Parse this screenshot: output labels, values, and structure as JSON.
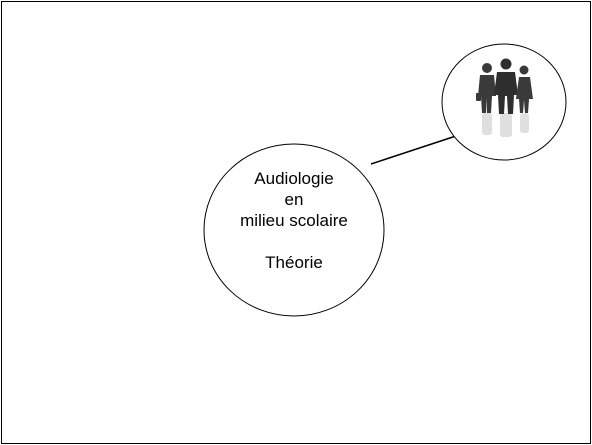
{
  "slide": {
    "title_lines": [
      "Audiologie",
      "en",
      "milieu scolaire"
    ],
    "subtitle": "Théorie"
  },
  "icons": {
    "people": "people-silhouettes-icon"
  },
  "colors": {
    "background": "#ffffff",
    "stroke": "#000000",
    "silhouette": "#3a3a3a",
    "reflection": "#d6d6d6"
  }
}
